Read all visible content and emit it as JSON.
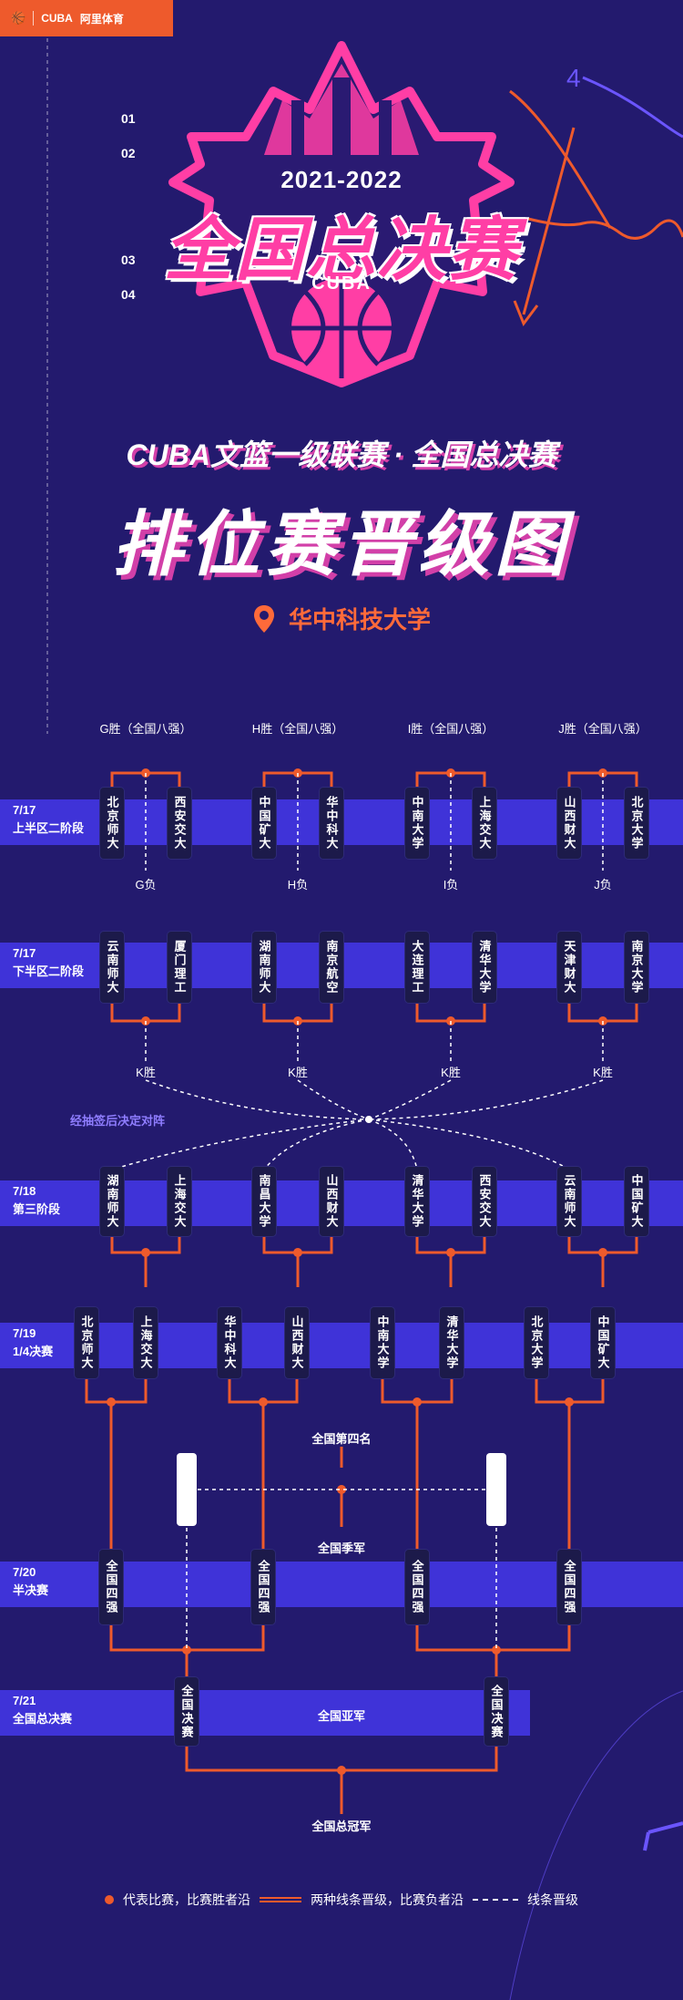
{
  "header": {
    "brand_cuba": "CUBA",
    "brand_partner": "阿里体育",
    "nav_numbers": [
      "01",
      "02",
      "03",
      "04"
    ]
  },
  "hero": {
    "years": "2021-2022",
    "title_big": "全国总决赛",
    "cuba": "CUBA",
    "subtitle": "CUBA文篮一级联赛 · 全国总决赛",
    "main_title": "排位赛晋级图",
    "location": "华中科技大学"
  },
  "colors": {
    "background": "#231a6e",
    "band": "#3f33d8",
    "accent_orange": "#ee5a2c",
    "accent_pink": "#ff3ea5"
  },
  "bracket": {
    "stages": [
      {
        "date": "7/17",
        "name": "上半区二阶段"
      },
      {
        "date": "7/17",
        "name": "下半区二阶段"
      },
      {
        "date": "7/18",
        "name": "第三阶段"
      },
      {
        "date": "7/19",
        "name": "1/4决赛"
      },
      {
        "date": "7/20",
        "name": "半决赛"
      },
      {
        "date": "7/21",
        "name": "全国总决赛"
      }
    ],
    "upper_winner_labels": [
      "G胜（全国八强）",
      "H胜（全国八强）",
      "I胜（全国八强）",
      "J胜（全国八强）"
    ],
    "upper_loser_labels": [
      "G负",
      "H负",
      "I负",
      "J负"
    ],
    "upper_teams": [
      "北京师大",
      "西安交大",
      "中国矿大",
      "华中科大",
      "中南大学",
      "上海交大",
      "山西财大",
      "北京大学"
    ],
    "lower_teams": [
      "云南师大",
      "厦门理工",
      "湖南师大",
      "南京航空",
      "大连理工",
      "清华大学",
      "天津财大",
      "南京大学"
    ],
    "lower_winner_labels": [
      "K胜",
      "K胜",
      "K胜",
      "K胜"
    ],
    "draw_note": "经抽签后决定对阵",
    "stage3_teams": [
      "湖南师大",
      "上海交大",
      "南昌大学",
      "山西财大",
      "清华大学",
      "西安交大",
      "云南师大",
      "中国矿大"
    ],
    "quarter_teams": [
      "北京师大",
      "上海交大",
      "华中科大",
      "山西财大",
      "中南大学",
      "清华大学",
      "北京大学",
      "中国矿大"
    ],
    "semi_label": "全国四强",
    "fourth_place": "全国第四名",
    "third_place": "全国季军",
    "final_label": "全国决赛",
    "runner_up": "全国亚军",
    "champion": "全国总冠军"
  },
  "legend": {
    "dot_text": "代表比赛，比赛胜者沿",
    "solid_text": "两种线条晋级，比赛负者沿",
    "dash_text": "线条晋级"
  }
}
